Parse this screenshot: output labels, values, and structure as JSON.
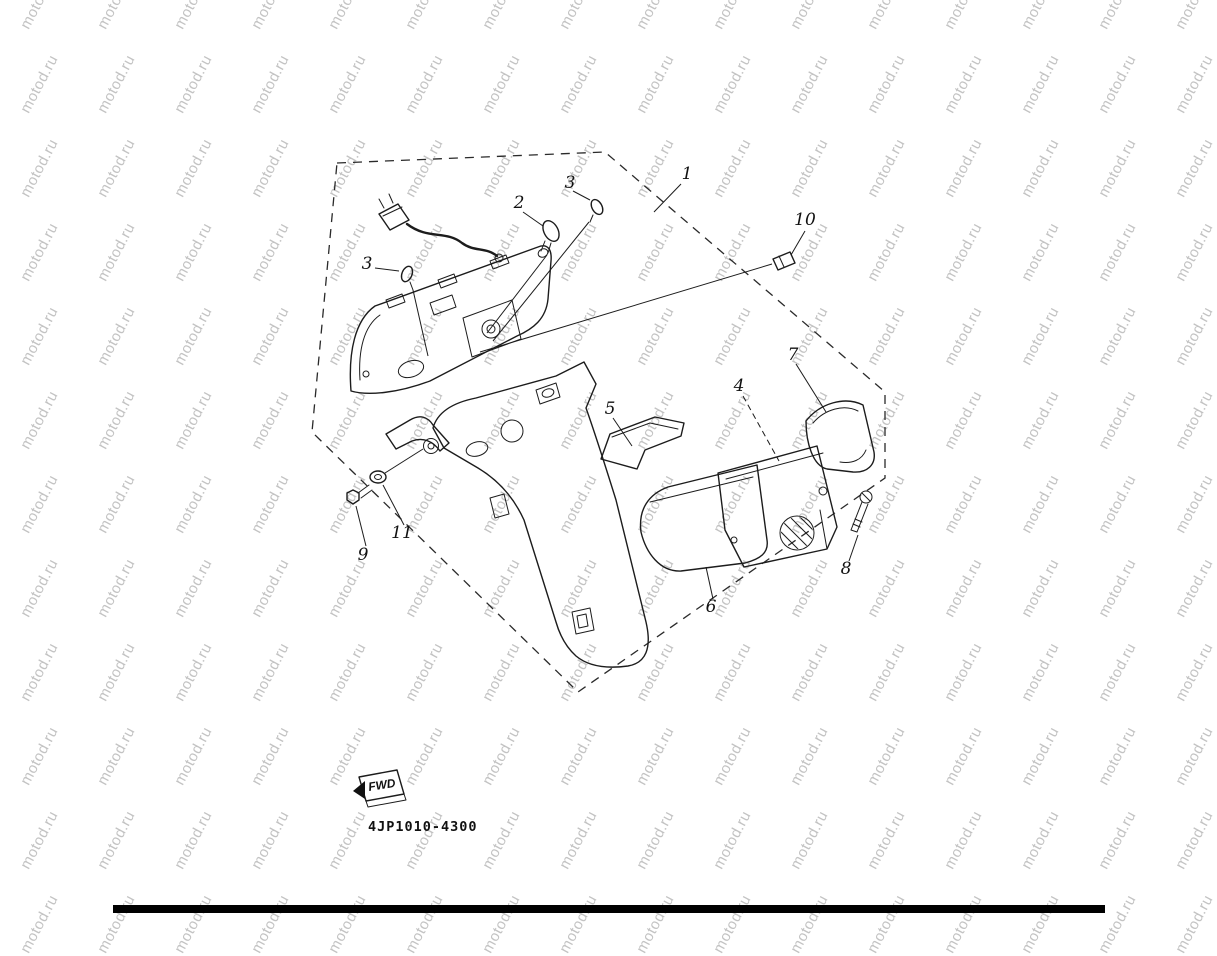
{
  "watermark": {
    "text": "motod.ru"
  },
  "page": {
    "part_code": "4JP1010-4300",
    "fwd_label": "FWD"
  },
  "callouts": [
    {
      "n": "1"
    },
    {
      "n": "2"
    },
    {
      "n": "3"
    },
    {
      "n": "3"
    },
    {
      "n": "4"
    },
    {
      "n": "5"
    },
    {
      "n": "6"
    },
    {
      "n": "7"
    },
    {
      "n": "8"
    },
    {
      "n": "9"
    },
    {
      "n": "10"
    },
    {
      "n": "11"
    }
  ]
}
